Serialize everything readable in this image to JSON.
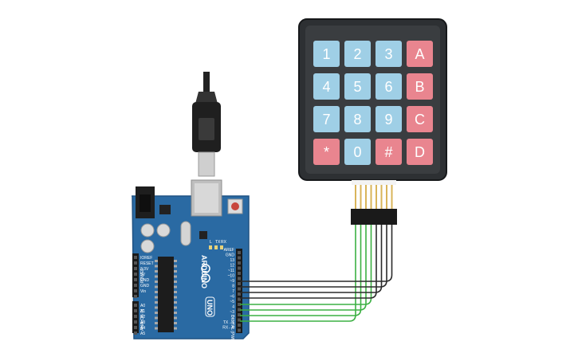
{
  "scene": {
    "description": "Arduino UNO connected via USB cable and wired to a 4x4 membrane keypad"
  },
  "keypad": {
    "rows": [
      [
        "1",
        "2",
        "3",
        "A"
      ],
      [
        "4",
        "5",
        "6",
        "B"
      ],
      [
        "7",
        "8",
        "9",
        "C"
      ],
      [
        "*",
        "0",
        "#",
        "D"
      ]
    ],
    "colors": {
      "numeric": "#9fcfe6",
      "function": "#e9858f",
      "body": "#2d3033"
    }
  },
  "arduino": {
    "model": "UNO",
    "brand": "ARDUINO",
    "board_color": "#2a6aa3",
    "left_labels": [
      "IOREF",
      "RESET",
      "3.3V",
      "5V",
      "GND",
      "GND",
      "Vin"
    ],
    "section_power": "POWER",
    "analog_labels": [
      "A0",
      "A1",
      "A2",
      "A3",
      "A4",
      "A5"
    ],
    "section_analog": "ANALOG IN",
    "top_labels": [
      "AREF",
      "GND",
      "13",
      "12",
      "~11",
      "~10",
      "~9",
      "8",
      "7",
      "~6",
      "~5",
      "4",
      "~3",
      "2",
      "TX→1",
      "RX←0"
    ],
    "section_digital": "DIGITAL (PWM~)",
    "led_labels": [
      "L",
      "TX",
      "RX"
    ]
  },
  "wires": {
    "colors": {
      "black": "#2b2b2b",
      "green": "#3cb043"
    }
  }
}
